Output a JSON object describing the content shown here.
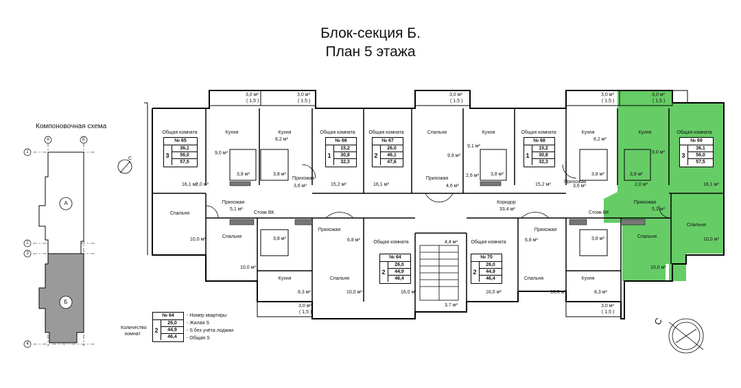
{
  "title": {
    "line1": "Блок-секция Б.",
    "line2": "План 5 этажа"
  },
  "schema": {
    "title": "Компоновочная схема",
    "axes_top": [
      "А",
      "Б"
    ],
    "axes_left": [
      "1",
      "2",
      "3",
      "4"
    ],
    "block_a": "А",
    "block_b": "Б"
  },
  "compass": {
    "letter": "С"
  },
  "apartments": [
    {
      "number": "№ 65",
      "rooms": "3",
      "living": "36,1",
      "no_loggia": "56,0",
      "total": "57,5"
    },
    {
      "number": "№ 66",
      "rooms": "1",
      "living": "15,2",
      "no_loggia": "30,8",
      "total": "32,3"
    },
    {
      "number": "№ 67",
      "rooms": "2",
      "living": "26,0",
      "no_loggia": "46,1",
      "total": "47,6"
    },
    {
      "number": "№ 68",
      "rooms": "1",
      "living": "15,2",
      "no_loggia": "30,8",
      "total": "32,3"
    },
    {
      "number": "№ 69",
      "rooms": "3",
      "living": "36,1",
      "no_loggia": "56,0",
      "total": "57,5"
    },
    {
      "number": "№ 64",
      "rooms": "2",
      "living": "26,0",
      "no_loggia": "44,9",
      "total": "46,4"
    },
    {
      "number": "№ 70",
      "rooms": "2",
      "living": "26,0",
      "no_loggia": "44,9",
      "total": "46,4"
    }
  ],
  "legend": {
    "rooms_label_1": "Количество",
    "rooms_label_2": "комнат",
    "number": "№ 64",
    "rooms": "2",
    "living": "26,0",
    "no_loggia": "44,9",
    "total": "46,4",
    "desc_number": "- Номер квартиры",
    "desc_living": "- Жилая S",
    "desc_no_loggia": "- S без учёта лоджии",
    "desc_total": "- Общая S"
  },
  "rooms": [
    {
      "name": "Общая комната",
      "area": "16,1 м²"
    },
    {
      "name": "Кухня",
      "area": "9,0 м²"
    },
    {
      "name": "Кухня",
      "area": "8,2 м²"
    },
    {
      "name": "Общая комната",
      "area": "15,2 м²"
    },
    {
      "name": "Общая комната",
      "area": "16,1 м²"
    },
    {
      "name": "Спальня",
      "area": "9,9 м²"
    },
    {
      "name": "Кухня",
      "area": "9,1 м²"
    },
    {
      "name": "Общая комната",
      "area": "15,2 м²"
    },
    {
      "name": "Кухня",
      "area": "8,2 м²"
    },
    {
      "name": "Кухня",
      "area": "9,0 м²"
    },
    {
      "name": "Общая комната",
      "area": "16,1 м²"
    },
    {
      "name": "Спальня",
      "area": "10,0 м²"
    },
    {
      "name": "Прихожая",
      "area": "5,1 м²"
    },
    {
      "name": "Спальня",
      "area": "10,0 м²"
    },
    {
      "name": "Прихожая",
      "area": "3,6 м²"
    },
    {
      "name": "Прихожая",
      "area": "4,6 м²"
    },
    {
      "name": "Прихожая",
      "area": "3,6 м²"
    },
    {
      "name": "Прихожая",
      "area": "5,1 м²"
    },
    {
      "name": "Спальня",
      "area": "10,0 м²"
    },
    {
      "name": "Спальня",
      "area": "10,0 м²"
    },
    {
      "name": "Прихожая",
      "area": "6,8 м²"
    },
    {
      "name": "Общая комната",
      "area": "16,0 м²"
    },
    {
      "name": "Общая комната",
      "area": "16,0 м²"
    },
    {
      "name": "Прихожая",
      "area": "6,8 м²"
    },
    {
      "name": "Кухня",
      "area": "8,3 м²"
    },
    {
      "name": "Спальня",
      "area": "10,0 м²"
    },
    {
      "name": "Спальня",
      "area": "10,0 м²"
    },
    {
      "name": "Кухня",
      "area": "8,3 м²"
    },
    {
      "name": "Коридор",
      "area": "33,4 м²"
    }
  ],
  "small": [
    "3,8 м²",
    "2,0 м²",
    "2,6 м²",
    "4,4 м²",
    "3,7 м²"
  ],
  "loggias": [
    {
      "area": "3,0 м²",
      "k": "( 1,5 )"
    }
  ],
  "labels": {
    "riser_left": "Стояк ВК",
    "riser_right": "Стояк ВК"
  },
  "colors": {
    "highlight": "#66cc66",
    "lines": "#000000",
    "hatch": "#777777"
  }
}
